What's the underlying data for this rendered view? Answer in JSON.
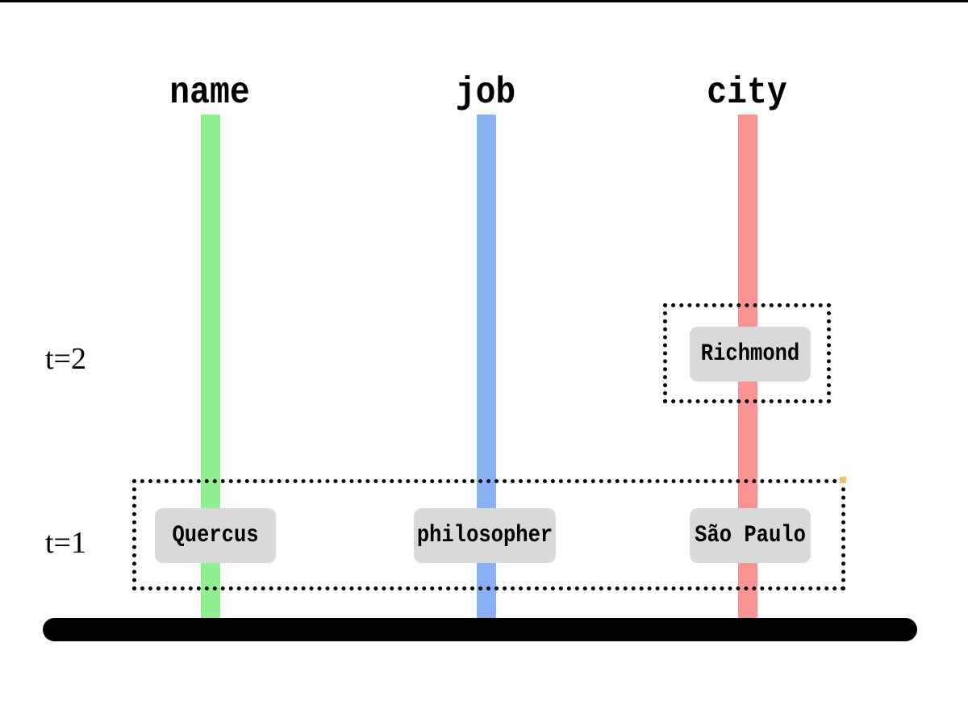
{
  "figure": {
    "columns": [
      {
        "label": "name",
        "color": "#8EF08E",
        "t1_value": "Quercus"
      },
      {
        "label": "job",
        "color": "#8AAFF5",
        "t1_value": "philosopher"
      },
      {
        "label": "city",
        "color": "#FA9393",
        "t1_value": "São Paulo",
        "t2_value": "Richmond"
      }
    ],
    "time_rows": [
      {
        "label": "t=2"
      },
      {
        "label": "t=1"
      }
    ],
    "colors": {
      "chip_bg": "#D9D9D9",
      "timeline": "#000000",
      "box_border": "#000000"
    }
  }
}
